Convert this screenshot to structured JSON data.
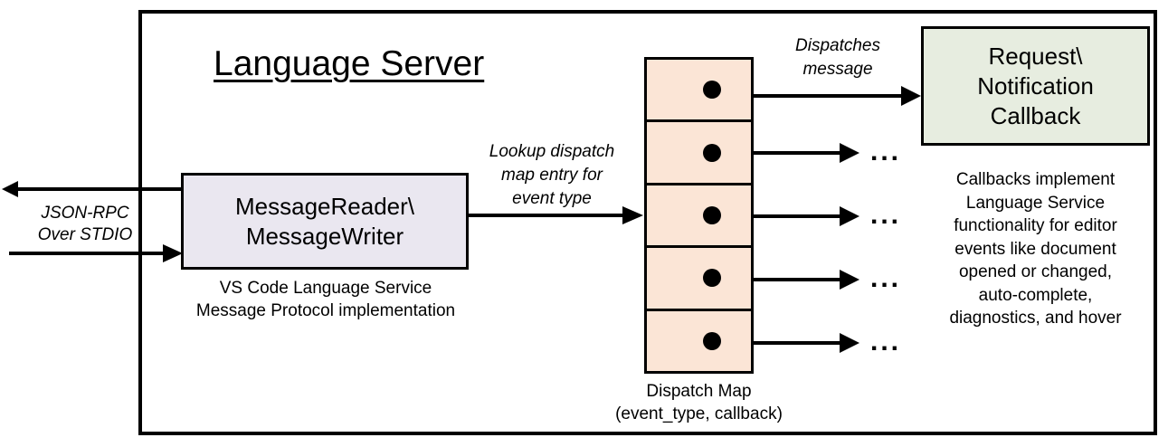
{
  "diagram": {
    "title": "Language Server",
    "frame_border_color": "#000000",
    "background": "#ffffff"
  },
  "external_io": {
    "label": "JSON-RPC\nOver STDIO",
    "outbound_arrow": "arrow-left-outbound",
    "inbound_arrow": "arrow-right-inbound"
  },
  "message_component": {
    "title": "MessageReader\\\nMessageWriter",
    "caption": "VS Code Language Service\nMessage Protocol implementation",
    "fill": "#EAE7F0"
  },
  "lookup": {
    "label": "Lookup dispatch\nmap entry for\nevent type"
  },
  "dispatch_map": {
    "caption": "Dispatch Map\n(event_type, callback)",
    "fill": "#FBE5D6",
    "rows": [
      {
        "id": "row-1",
        "dot": "callback-dot",
        "target": "request-notification-callback",
        "ellipsis": ""
      },
      {
        "id": "row-2",
        "dot": "callback-dot",
        "target": "more-callbacks",
        "ellipsis": "..."
      },
      {
        "id": "row-3",
        "dot": "callback-dot",
        "target": "more-callbacks",
        "ellipsis": "..."
      },
      {
        "id": "row-4",
        "dot": "callback-dot",
        "target": "more-callbacks",
        "ellipsis": "..."
      },
      {
        "id": "row-5",
        "dot": "callback-dot",
        "target": "more-callbacks",
        "ellipsis": "..."
      }
    ]
  },
  "dispatch_edge": {
    "label": "Dispatches\nmessage"
  },
  "callback_component": {
    "title": "Request\\\nNotification\nCallback",
    "description": "Callbacks implement\nLanguage Service\nfunctionality for editor\nevents like document\nopened or changed,\nauto-complete,\ndiagnostics, and hover",
    "fill": "#E7EDE0"
  }
}
